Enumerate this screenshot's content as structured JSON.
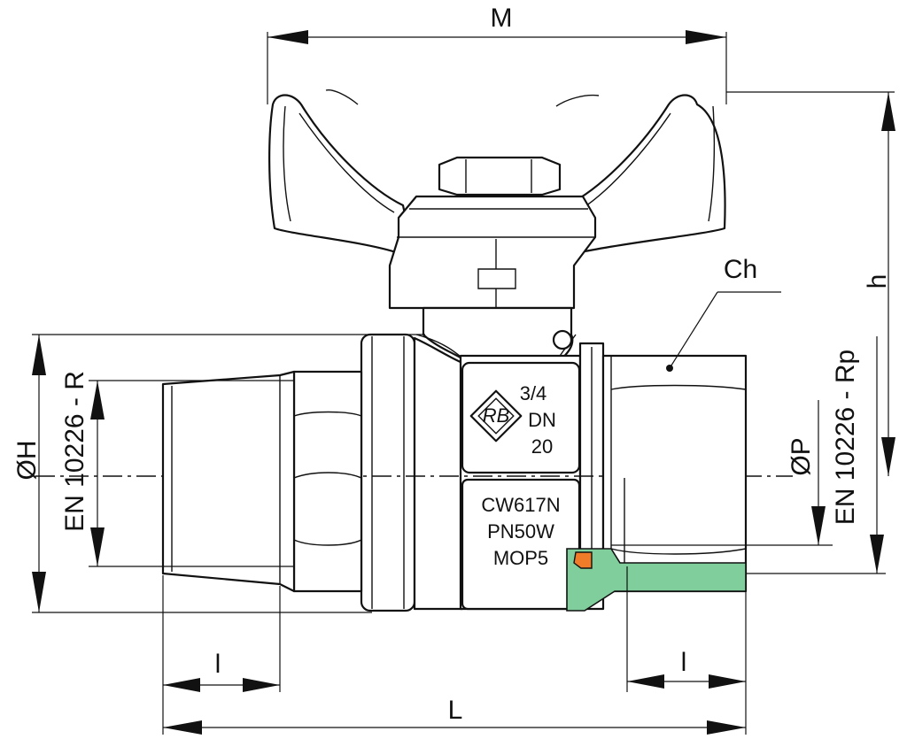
{
  "dimensions": {
    "M": "M",
    "h": "h",
    "Ch": "Ch",
    "oH": "ØH",
    "oP": "ØP",
    "L": "L",
    "l_left": "l",
    "l_right": "l",
    "thread_male": "EN 10226 - R",
    "thread_female": "EN 10226 - Rp"
  },
  "body_marking": {
    "size": "3/4",
    "dn": "DN",
    "dn_value": "20",
    "material": "CW617N",
    "pressure": "PN50W",
    "mop": "MOP5"
  },
  "logo": {
    "letters": "RB"
  },
  "colors": {
    "seal_green": "#7fce9c",
    "seal_orange": "#f07c2a",
    "line": "#111111"
  }
}
